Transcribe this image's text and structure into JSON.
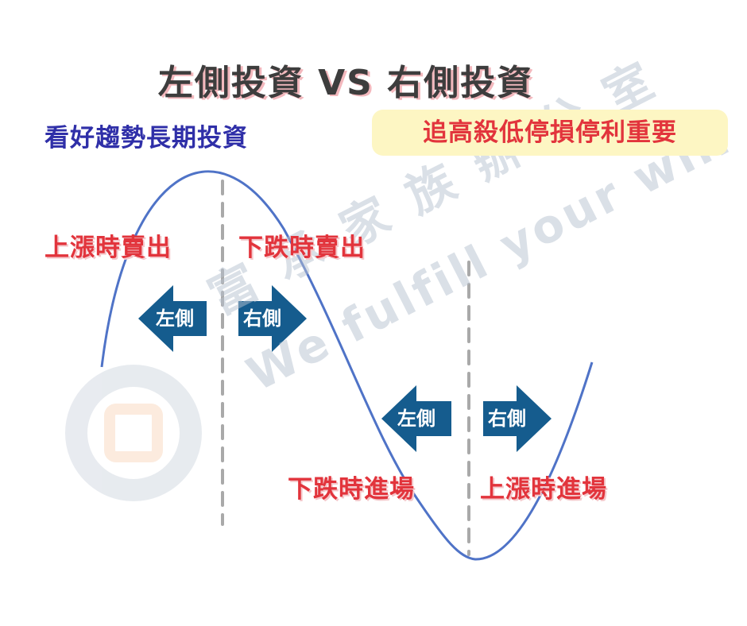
{
  "title": "左側投資 VS 右側投資",
  "left_subtitle": "看好趨勢長期投資",
  "right_subtitle": "追高殺低停損停利重要",
  "labels": {
    "sell_on_rise": "上漲時賣出",
    "sell_on_fall": "下跌時賣出",
    "enter_on_fall": "下跌時進場",
    "enter_on_rise": "上漲時進場"
  },
  "arrows": {
    "left": "左側",
    "right": "右側"
  },
  "watermark": {
    "chinese": "富 承 家 族 辦 公 室",
    "english": "We fulfill your will"
  },
  "colors": {
    "curve": "#4f73c7",
    "arrow": "#155c8e",
    "divider": "#a9a9a9",
    "red": "#e2343c",
    "blue": "#2f2fa8",
    "highlight": "#fdf6c3",
    "title": "#3d3d3d"
  }
}
